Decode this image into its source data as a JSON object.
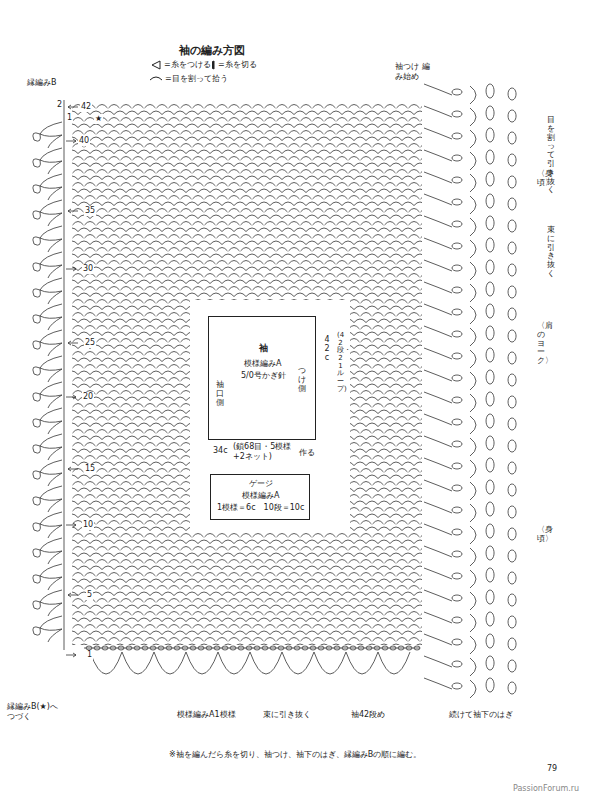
{
  "diagram": {
    "title": "袖の編み方図",
    "nodes": [
      {
        "text": [
          "袖",
          "模様編みA",
          "5/0号かぎ針",
          "袖口側",
          "つけ側"
        ]
      },
      {
        "text": [
          "ゲージ",
          "模様編みA",
          "1模様＝6c　10段＝10c"
        ]
      }
    ],
    "labels": [
      "縁編みB",
      "2",
      "1",
      "42",
      "★",
      "40",
      "35",
      "30",
      "25",
      "20",
      "15",
      "10",
      "5",
      "1",
      "袖つけ 編み始め",
      "目を割って引き抜く",
      "〈身頃〉",
      "束に引き抜く",
      "〈肩のヨーク〉",
      "〈身頃〉",
      "続けて袖下のはぎ",
      "袖42段め",
      "束に引き抜く",
      "模様編みA1模様",
      "縁編みB(★)へ つづく",
      "42c",
      "(42段・21ループ)",
      "34c",
      "(鎖68目・5模様+2ネット)",
      "作る",
      "※袖を編んだら糸を切り、袖つけ、袖下のはぎ、縁編みBの順に編む。",
      "79",
      "PassionForum.ru"
    ],
    "legend": [
      {
        "text": "=糸をつける"
      },
      {
        "text": "=糸を切る"
      },
      {
        "text": "=目を割って拾う"
      }
    ]
  }
}
